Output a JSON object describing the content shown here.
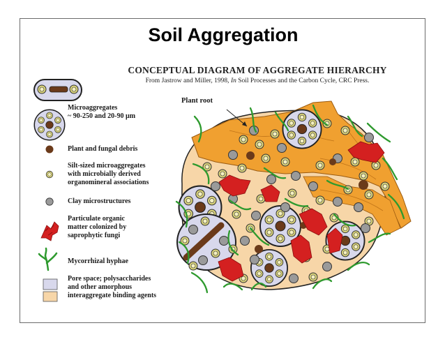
{
  "slide": {
    "title": "Soil Aggregation"
  },
  "diagram": {
    "title": "CONCEPTUAL DIAGRAM OF AGGREGATE HIERARCHY",
    "subtitle": "From Jastrow and Miller, 1998, In Soil Processes and the Carbon Cycle, CRC Press.",
    "plant_root_label": "Plant root"
  },
  "legend": [
    {
      "icon": "microaggregate-icon",
      "lines": [
        "Microaggregates",
        "~ 90-250 and 20-90 µm"
      ]
    },
    {
      "icon": "plant-debris-icon",
      "lines": [
        "Plant and fungal debris"
      ]
    },
    {
      "icon": "silt-microaggregate-icon",
      "lines": [
        "Silt-sized microaggregates",
        "with microbially derived",
        "organomineral associations"
      ]
    },
    {
      "icon": "clay-microstructure-icon",
      "lines": [
        "Clay microstructures"
      ]
    },
    {
      "icon": "particulate-organic-matter-icon",
      "lines": [
        "Particulate organic",
        "matter colonized by",
        "saprophytic fungi"
      ]
    },
    {
      "icon": "mycorrhizal-hyphae-icon",
      "lines": [
        "Mycorrhizal hyphae"
      ]
    },
    {
      "icon": "pore-space-icon",
      "lines": [
        "Pore space; polysaccharides",
        "and other amorphous",
        "interaggregate binding agents"
      ]
    }
  ],
  "colors": {
    "root": "#f0a030",
    "pore_space": "#d8d8ec",
    "binding_agent": "#f7d6a8",
    "clay": "#9a9a9a",
    "silt_outer": "#d8d27a",
    "debris": "#6b3a1a",
    "pom": "#d42020",
    "hyphae": "#2e9a2e"
  }
}
